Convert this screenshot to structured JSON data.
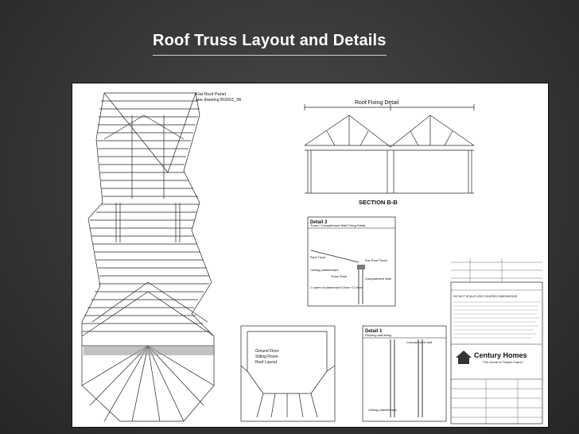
{
  "slide": {
    "title": "Roof Truss Layout and Details"
  },
  "drawing": {
    "flat_roof_panel_line1": "Flat Roof Panel",
    "flat_roof_panel_line2": "see drawing BG551_06",
    "roof_fixing_detail": "Roof Fixing Detail",
    "section_label": "SECTION B-B",
    "detail3_title": "Detail 3",
    "detail3_subtitle": "Truss / Compartment Wall Fixing Detail",
    "detail3_roof_truss": "Roof Truss",
    "detail3_flat_roof_panel": "Flat Roof Panel",
    "detail3_ceiling_plasterboard": "Ceiling plasterboard",
    "detail3_truss_shoe": "Truss Shoe",
    "detail3_compartment_wall": "Compartment Wall",
    "detail3_note": "2 Layers of plasterboard 15mm +12.5mm",
    "detail1_title": "Detail 1",
    "detail1_subtitle": "Rocking wall fixing",
    "detail1_compartment_wall": "Compartment wall",
    "detail1_ceiling": "Ceiling plasterboard",
    "ground_floor_line1": "Ground Floor",
    "ground_floor_line2": "Sitting Room",
    "ground_floor_line3": "Roof Layout",
    "company_name": "Century Homes",
    "company_tagline": "\"The Home of Timber Frame\"",
    "notes_heading": "DO NOT SCALE USE FIGURED DIMENSIONS"
  }
}
